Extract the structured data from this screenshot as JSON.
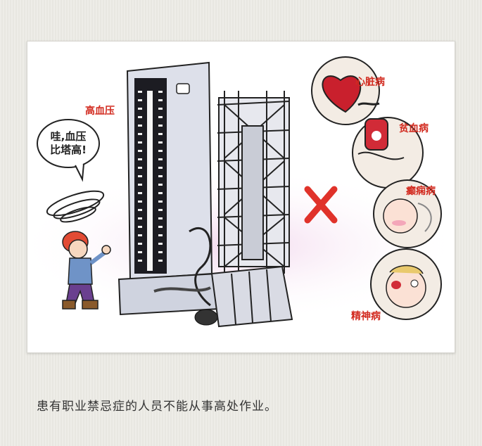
{
  "illustration": {
    "labels": {
      "hypertension": "高血压",
      "heart_disease": "心脏病",
      "anemia": "贫血病",
      "epilepsy": "癫痫病",
      "mental_illness": "精神病"
    },
    "speech_bubble": {
      "line1": "哇,血压",
      "line2": "比塔高!"
    },
    "prohibition_mark": "×"
  },
  "caption": "患有职业禁忌症的人员不能从事高处作业。",
  "colors": {
    "label_red": "#d22a1f",
    "cross_red": "#e0322a",
    "background": "#ecebe6"
  }
}
